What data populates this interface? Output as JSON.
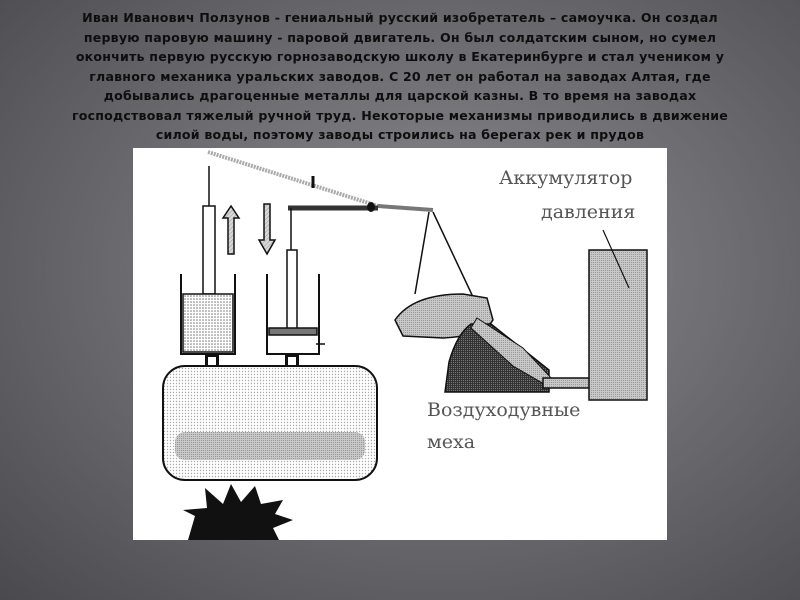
{
  "slide": {
    "text_lines": [
      "Иван Иванович Ползунов - гениальный русский изобретатель – самоучка. Он создал",
      "первую паровую машину - паровой двигатель. Он был солдатским сыном, но сумел",
      "окончить первую русскую горнозаводскую школу в Екатеринбурге и стал учеником у",
      "главного механика уральских заводов. С 20 лет он работал на заводах Алтая, где",
      "добывались драгоценные металлы для царской казны. В то время на заводах",
      "господствовал тяжелый ручной труд. Некоторые механизмы приводились в движение",
      "силой воды, поэтому заводы строились на берегах рек и прудов"
    ]
  },
  "diagram": {
    "labels": {
      "accumulator_line1": "Аккумулятор",
      "accumulator_line2": "давления",
      "bellows_line1": "Воздуходувные",
      "bellows_line2": "меха"
    },
    "colors": {
      "background": "#ffffff",
      "outline": "#111111",
      "label": "#555555"
    }
  }
}
